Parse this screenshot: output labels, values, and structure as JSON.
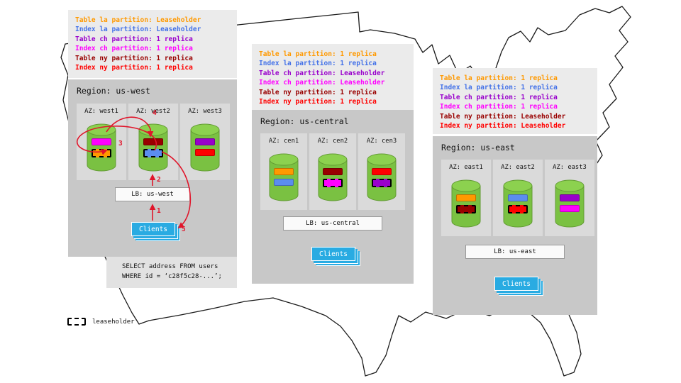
{
  "colors": {
    "table_la": "#FF9900",
    "index_la": "#4472E8",
    "table_ch": "#9900CC",
    "index_ch": "#FF00FF",
    "table_ny": "#990000",
    "index_ny": "#FF0000",
    "clients": "#29ABE2",
    "arrows": "#E0162B",
    "cylinder": "#7AC142",
    "cylinder_top": "#8CD14F"
  },
  "legend": {
    "label": "leaseholder"
  },
  "query": {
    "line1": "SELECT address FROM users",
    "line2": "WHERE id = ‘c28f5c28-...’;"
  },
  "west": {
    "info": [
      {
        "text": "Table la partition: Leaseholder",
        "color": "#FF9900"
      },
      {
        "text": "Index la partition: Leaseholder",
        "color": "#4472E8"
      },
      {
        "text": "Table ch partition: 1 replica",
        "color": "#9900CC"
      },
      {
        "text": "Index ch partition: 1 replica",
        "color": "#FF00FF"
      },
      {
        "text": "Table ny partition: 1 replica",
        "color": "#990000"
      },
      {
        "text": "Index ny partition: 1 replica",
        "color": "#FF0000"
      }
    ],
    "region_label": "Region: us-west",
    "azs": [
      {
        "label": "AZ: west1",
        "rects": [
          {
            "color": "#FF00FF",
            "leaseholder": false
          },
          {
            "color": "#FF9900",
            "leaseholder": true
          }
        ]
      },
      {
        "label": "AZ: west2",
        "rects": [
          {
            "color": "#990000",
            "leaseholder": false
          },
          {
            "color": "#5B8DEF",
            "leaseholder": true
          }
        ]
      },
      {
        "label": "AZ: west3",
        "rects": [
          {
            "color": "#9900CC",
            "leaseholder": false
          },
          {
            "color": "#FF0000",
            "leaseholder": false
          }
        ]
      }
    ],
    "lb_label": "LB: us-west",
    "clients_label": "Clients",
    "steps": [
      "1",
      "2",
      "3",
      "4",
      "5"
    ]
  },
  "central": {
    "info": [
      {
        "text": "Table la partition: 1 replica",
        "color": "#FF9900"
      },
      {
        "text": "Index la partition: 1 replica",
        "color": "#4472E8"
      },
      {
        "text": "Table ch partition: Leaseholder",
        "color": "#9900CC"
      },
      {
        "text": "Index ch partition: Leaseholder",
        "color": "#FF00FF"
      },
      {
        "text": "Table ny partition: 1 replica",
        "color": "#990000"
      },
      {
        "text": "Index ny partition: 1 replica",
        "color": "#FF0000"
      }
    ],
    "region_label": "Region: us-central",
    "azs": [
      {
        "label": "AZ: cen1",
        "rects": [
          {
            "color": "#FF9900",
            "leaseholder": false
          },
          {
            "color": "#5B8DEF",
            "leaseholder": false
          }
        ]
      },
      {
        "label": "AZ: cen2",
        "rects": [
          {
            "color": "#990000",
            "leaseholder": false
          },
          {
            "color": "#FF00FF",
            "leaseholder": true
          }
        ]
      },
      {
        "label": "AZ: cen3",
        "rects": [
          {
            "color": "#FF0000",
            "leaseholder": false
          },
          {
            "color": "#9900CC",
            "leaseholder": true
          }
        ]
      }
    ],
    "lb_label": "LB: us-central",
    "clients_label": "Clients"
  },
  "east": {
    "info": [
      {
        "text": "Table la partition: 1 replica",
        "color": "#FF9900"
      },
      {
        "text": "Index la partition: 1 replica",
        "color": "#4472E8"
      },
      {
        "text": "Table ch partition: 1 replica",
        "color": "#9900CC"
      },
      {
        "text": "Index ch partition: 1 replica",
        "color": "#FF00FF"
      },
      {
        "text": "Table ny partition: Leaseholder",
        "color": "#990000"
      },
      {
        "text": "Index ny partition: Leaseholder",
        "color": "#FF0000"
      }
    ],
    "region_label": "Region: us-east",
    "azs": [
      {
        "label": "AZ: east1",
        "rects": [
          {
            "color": "#FF9900",
            "leaseholder": false
          },
          {
            "color": "#990000",
            "leaseholder": true
          }
        ]
      },
      {
        "label": "AZ: east2",
        "rects": [
          {
            "color": "#5B8DEF",
            "leaseholder": false
          },
          {
            "color": "#FF0000",
            "leaseholder": true
          }
        ]
      },
      {
        "label": "AZ: east3",
        "rects": [
          {
            "color": "#9900CC",
            "leaseholder": false
          },
          {
            "color": "#FF00FF",
            "leaseholder": false
          }
        ]
      }
    ],
    "lb_label": "LB: us-east",
    "clients_label": "Clients"
  }
}
